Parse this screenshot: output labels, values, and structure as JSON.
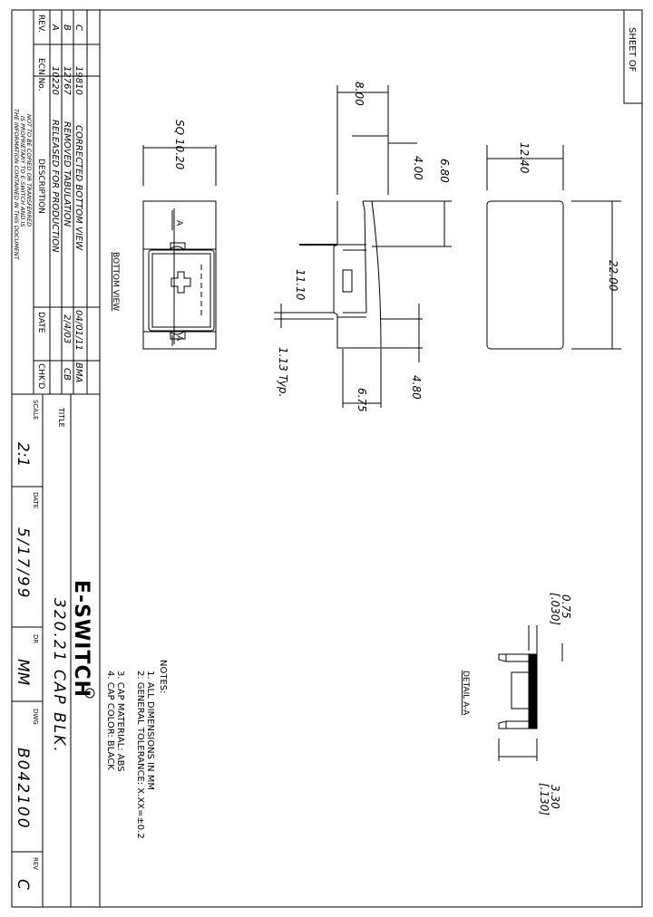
{
  "sheet": {
    "label": "SHEET OF"
  },
  "revisions": {
    "headers": {
      "rev": "REV.",
      "ecn": "ECN No.",
      "description": "DESCRIPTION",
      "date": "DATE",
      "chkd": "CHK'D"
    },
    "rows": [
      {
        "rev": "C",
        "ecn": "19810",
        "description": "CORRECTED BOTTOM VIEW",
        "date": "04/01/11",
        "chkd": "BMA"
      },
      {
        "rev": "B",
        "ecn": "12767",
        "description": "REMOVED TABULATION",
        "date": "2/4/03",
        "chkd": "CB"
      },
      {
        "rev": "A",
        "ecn": "10220",
        "description": "RELEASED FOR PRODUCTION",
        "date": "",
        "chkd": ""
      }
    ],
    "confidential": [
      "THE INFORMATION CONTAINED IN THIS DOCUMENT",
      "IS PROPRIETARY TO E-SWITCH AND IS",
      "NOT TO BE COPIED OR TRANSFERRED"
    ]
  },
  "title_block": {
    "logo": "E-SWITCH",
    "title_label": "TITLE",
    "title": "320.21 CAP BLK.",
    "scale_label": "SCALE",
    "scale": "2:1",
    "date_label": "DATE",
    "date": "5/17/99",
    "dr_label": "DR",
    "dr": "MM",
    "dwg_label": "DWG",
    "dwg": "B042100",
    "rev_label": "REV",
    "rev": "C"
  },
  "notes": {
    "heading": "NOTES:",
    "items": [
      "1. ALL DIMENSIONS IN MM",
      "2. GENERAL TOLERANCE:    X.XX=±0.2",
      "3. CAP MATERIAL: ABS",
      "4. CAP COLOR:    BLACK"
    ]
  },
  "views": {
    "bottom_view": "BOTTOM VIEW",
    "detail": "DETAIL A-A",
    "section_marker": "A"
  },
  "dimensions": {
    "sq": "SQ 10.20",
    "d800": "8.00",
    "d400": "4.00",
    "d680": "6.80",
    "d1110": "11.10",
    "d113": "1.13 Typ.",
    "d675": "6.75",
    "d480": "4.80",
    "d1240": "12.40",
    "d2200": "22.00",
    "d075": "0.75",
    "d075in": "[.030]",
    "d330": "3.30",
    "d330in": "[.130]"
  }
}
